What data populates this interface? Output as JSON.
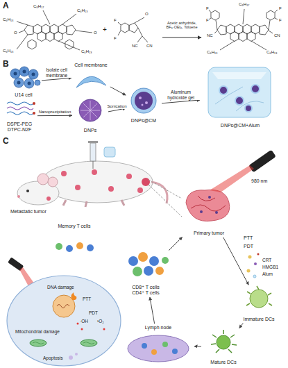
{
  "diagram": {
    "nodes": [
      {
        "text": [
          "U14 cell"
        ]
      },
      {
        "text": [
          "Cell membrane"
        ]
      },
      {
        "text": [
          "DNPs@CM"
        ]
      },
      {
        "text": [
          "DNPs@CM+Alum"
        ]
      },
      {
        "text": [
          "DSPE-PEG",
          "DTPC-N2F"
        ]
      },
      {
        "text": [
          "DNPs"
        ]
      },
      {
        "text": [
          "Primary tumor"
        ]
      },
      {
        "text": [
          "Immature DCs"
        ]
      },
      {
        "text": [
          "Mature DCs"
        ]
      },
      {
        "text": [
          "Lymph node"
        ]
      },
      {
        "text": [
          "CD8⁺ T cells",
          "CD4⁺ T cells"
        ]
      },
      {
        "text": [
          "Memory T cells"
        ]
      }
    ],
    "edges": [
      {
        "from": 0,
        "to": 1,
        "label": "Isolate cell membrane",
        "arrow": "to"
      },
      {
        "from": 4,
        "to": 5,
        "label": "Nanoprecipitation",
        "arrow": "to"
      },
      {
        "from": 1,
        "to": 2,
        "arrow": "to"
      },
      {
        "from": 5,
        "to": 2,
        "label": "Sonication",
        "arrow": "to"
      },
      {
        "from": 2,
        "to": 3,
        "label": "Aluminum hydroxide gel",
        "arrow": "to"
      },
      {
        "from": 6,
        "to": 7,
        "arrow": "to"
      },
      {
        "from": 7,
        "to": 8,
        "arrow": "to"
      },
      {
        "from": 8,
        "to": 9,
        "arrow": "to"
      },
      {
        "from": 9,
        "to": 10,
        "arrow": "to"
      },
      {
        "from": 10,
        "to": 6,
        "arrow": "to"
      }
    ],
    "labels": [
      "A",
      "C₈H₁₇",
      "C₆H₁₃",
      "C₆H₁₃",
      "C₆H₁₃",
      "C₆H₁₃",
      "O",
      "O",
      "+",
      "F",
      "F",
      "NC",
      "CN",
      "O",
      "Acetic anhydride, BF₃·OEt₂, Toluene",
      "F",
      "F",
      "F",
      "F",
      "NC",
      "CN",
      "C₈H₁₇",
      "C₆H₁₃",
      "C₆H₁₃",
      "B",
      "C",
      "Metastatic tumor",
      "980 nm",
      "PTT",
      "PDT",
      "CRT",
      "HMGB1",
      "Alum",
      "DNA damage",
      "PTT",
      "PDT",
      "·OH",
      "¹O₂",
      "Mitochondrial damage",
      "Apoptosis"
    ]
  }
}
